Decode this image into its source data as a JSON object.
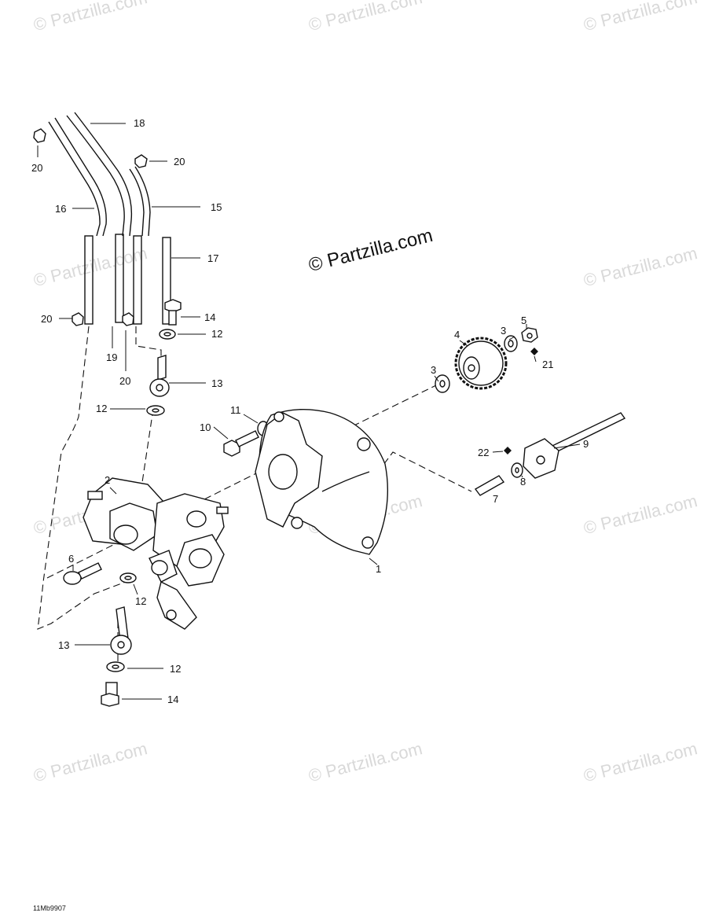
{
  "watermark": "© Partzilla.com",
  "watermark_main": "© Partzilla.com",
  "drawing_code": "11Mb9907",
  "callouts": {
    "c1": "1",
    "c2": "2",
    "c3a": "3",
    "c3b": "3",
    "c4": "4",
    "c5": "5",
    "c6": "6",
    "c7": "7",
    "c8": "8",
    "c9": "9",
    "c10": "10",
    "c11": "11",
    "c12a": "12",
    "c12b": "12",
    "c12c": "12",
    "c12d": "12",
    "c13a": "13",
    "c13b": "13",
    "c14a": "14",
    "c14b": "14",
    "c15": "15",
    "c16": "16",
    "c17": "17",
    "c18": "18",
    "c19": "19",
    "c20a": "20",
    "c20b": "20",
    "c20c": "20",
    "c20d": "20",
    "c21": "21",
    "c22": "22"
  }
}
